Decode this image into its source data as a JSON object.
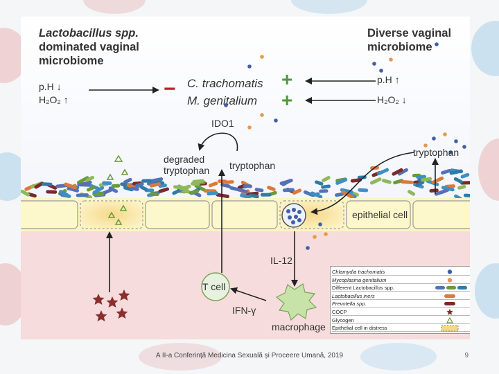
{
  "left_title": [
    "Lactobacillus spp.",
    "dominated vaginal",
    "microbiome"
  ],
  "right_title": [
    "Diverse vaginal",
    "microbiome"
  ],
  "left_ph": "p.H",
  "left_h2o2": "H₂O₂",
  "right_ph": "p.H",
  "right_h2o2": "H₂O₂",
  "arrow_up": "↑",
  "arrow_down": "↓",
  "minus_sign": "−",
  "pathogen_1": "C. trachomatis",
  "pathogen_2": "M. genitalium",
  "plus_sign": "+",
  "ido1": "IDO1",
  "degraded": [
    "degraded",
    "tryptophan"
  ],
  "tryptophan_mid": "tryptophan",
  "tryptophan_right": "tryptophan",
  "epithelial": "epithelial cell",
  "il12": "IL-12",
  "tcell": "T cell",
  "ifn": "IFN-γ",
  "macrophage": "macrophage",
  "legend": [
    {
      "text": "Chlamydia trachomatis",
      "italic": true,
      "icon": "blue-dot-icon",
      "color": "#3f5fa8"
    },
    {
      "text": "Mycoplasma genitalium",
      "italic": true,
      "icon": "orange-dot-icon",
      "color": "#e29a4a"
    },
    {
      "text": "Different Lactobacillus spp.",
      "italic": false,
      "icon": "lactobacillus-rods-icon",
      "color": "#4f74b8"
    },
    {
      "text": "Lactobacillus iners",
      "italic": true,
      "icon": "iners-rod-icon",
      "color": "#d97a3a"
    },
    {
      "text": "Prevotella spp.",
      "italic": true,
      "icon": "prevotella-rod-icon",
      "color": "#7a2a2a"
    },
    {
      "text": "COCP",
      "italic": false,
      "icon": "cocp-star-icon",
      "color": "#7a2f2f"
    },
    {
      "text": "Glycogen",
      "italic": false,
      "icon": "glycogen-triangle-icon",
      "color": "#6a9a3a"
    },
    {
      "text": "Epithelial cell in distress",
      "italic": false,
      "icon": "distress-cell-icon",
      "color": "#f3d98b"
    }
  ],
  "footer": "A II-a Conferință Medicina Sexuală și Proceere Umană, 2019",
  "page_number": "9"
}
